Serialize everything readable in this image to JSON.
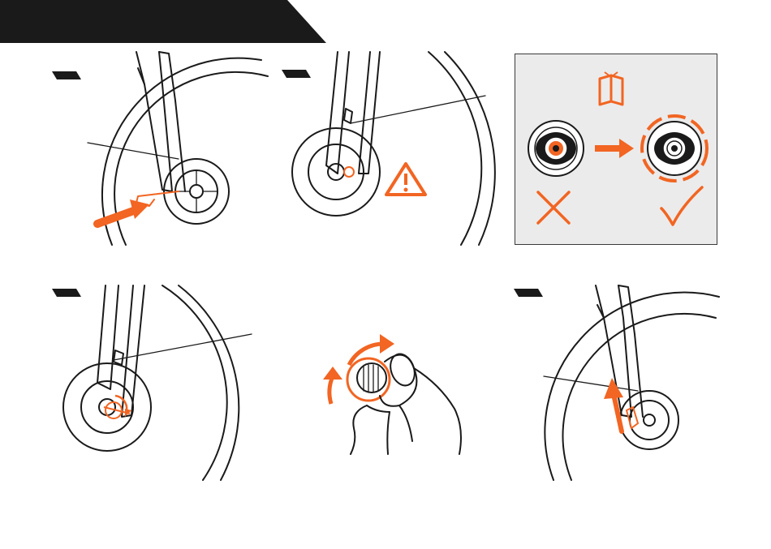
{
  "colors": {
    "accent": "#f26522",
    "ink": "#1a1a1a",
    "header": "#1a1a1a",
    "box_background": "#ebebeb"
  },
  "icons": {
    "manual": "book-icon",
    "warning": "warning-icon",
    "wrong": "cross-icon",
    "correct": "check-icon",
    "direction": "arrow-right-icon"
  },
  "steps": [
    {
      "id": "insert-skewer"
    },
    {
      "id": "seat-skewer"
    },
    {
      "id": "tighten-nut"
    },
    {
      "id": "thread-nut-detail"
    },
    {
      "id": "close-lever"
    }
  ]
}
